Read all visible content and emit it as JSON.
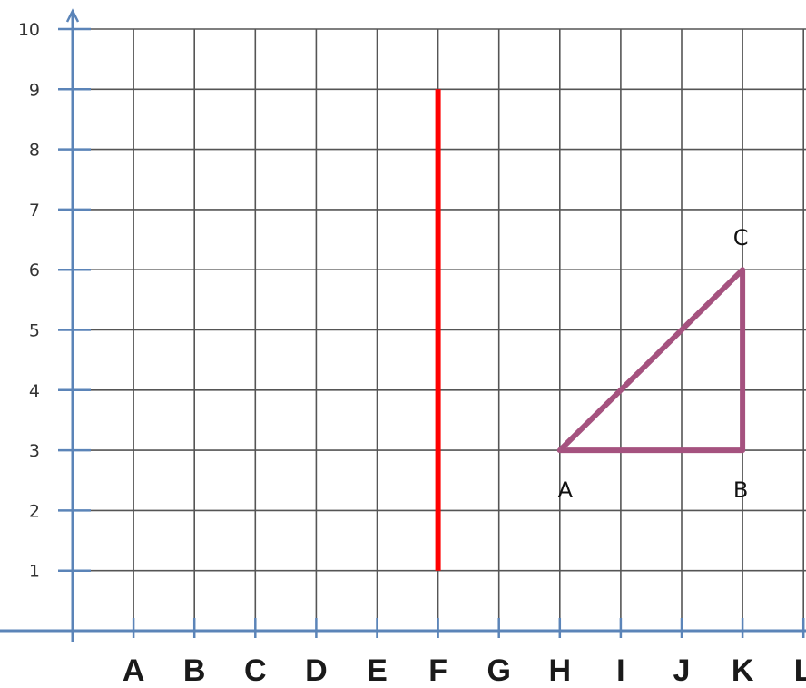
{
  "chart_data": {
    "type": "diagram",
    "x_categories": [
      "A",
      "B",
      "C",
      "D",
      "E",
      "F",
      "G",
      "H",
      "I",
      "J",
      "K",
      "L"
    ],
    "y_ticks": [
      "1",
      "2",
      "3",
      "4",
      "5",
      "6",
      "7",
      "8",
      "9",
      "10"
    ],
    "grid": true,
    "mirror_line": {
      "x": "F",
      "y_from": 1,
      "y_to": 9,
      "color": "#ff0000"
    },
    "triangle": {
      "color": "#a5527f",
      "vertices": [
        {
          "label": "A",
          "x": "H",
          "y": 3
        },
        {
          "label": "B",
          "x": "K",
          "y": 3
        },
        {
          "label": "C",
          "x": "K",
          "y": 6
        }
      ]
    },
    "axis_color": "#5b84b8",
    "grid_color": "#555555"
  }
}
